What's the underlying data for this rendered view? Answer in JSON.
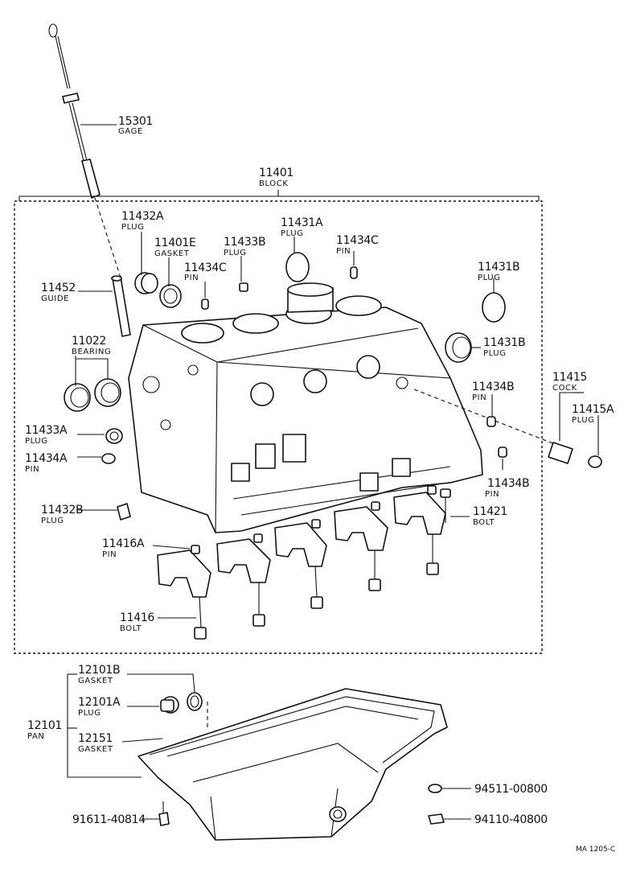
{
  "diagram": {
    "reference": "MA 1205-C",
    "callouts": [
      {
        "id": "c-15301",
        "number": "15301",
        "name": "GAGE"
      },
      {
        "id": "c-11401",
        "number": "11401",
        "name": "BLOCK"
      },
      {
        "id": "c-11432A",
        "number": "11432A",
        "name": "PLUG"
      },
      {
        "id": "c-11401E",
        "number": "11401E",
        "name": "GASKET"
      },
      {
        "id": "c-11433B",
        "number": "11433B",
        "name": "PLUG"
      },
      {
        "id": "c-11431A",
        "number": "11431A",
        "name": "PLUG"
      },
      {
        "id": "c-11434C-1",
        "number": "11434C",
        "name": "PIN"
      },
      {
        "id": "c-11434C-2",
        "number": "11434C",
        "name": "PIN"
      },
      {
        "id": "c-11452",
        "number": "11452",
        "name": "GUIDE"
      },
      {
        "id": "c-11431B-1",
        "number": "11431B",
        "name": "PLUG"
      },
      {
        "id": "c-11431B-2",
        "number": "11431B",
        "name": "PLUG"
      },
      {
        "id": "c-11022",
        "number": "11022",
        "name": "BEARING"
      },
      {
        "id": "c-11415",
        "number": "11415",
        "name": "COCK"
      },
      {
        "id": "c-11434B-1",
        "number": "11434B",
        "name": "PIN"
      },
      {
        "id": "c-11415A",
        "number": "11415A",
        "name": "PLUG"
      },
      {
        "id": "c-11433A",
        "number": "11433A",
        "name": "PLUG"
      },
      {
        "id": "c-11434A",
        "number": "11434A",
        "name": "PIN"
      },
      {
        "id": "c-11434B-2",
        "number": "11434B",
        "name": "PIN"
      },
      {
        "id": "c-11432B",
        "number": "11432B",
        "name": "PLUG"
      },
      {
        "id": "c-11421",
        "number": "11421",
        "name": "BOLT"
      },
      {
        "id": "c-11416A",
        "number": "11416A",
        "name": "PIN"
      },
      {
        "id": "c-11416",
        "number": "11416",
        "name": "BOLT"
      },
      {
        "id": "c-12101B",
        "number": "12101B",
        "name": "GASKET"
      },
      {
        "id": "c-12101A",
        "number": "12101A",
        "name": "PLUG"
      },
      {
        "id": "c-12101",
        "number": "12101",
        "name": "PAN"
      },
      {
        "id": "c-12151",
        "number": "12151",
        "name": "GASKET"
      },
      {
        "id": "c-94511",
        "number": "94511-00800",
        "name": ""
      },
      {
        "id": "c-94110",
        "number": "94110-40800",
        "name": ""
      },
      {
        "id": "c-91611",
        "number": "91611-40814",
        "name": ""
      }
    ]
  }
}
